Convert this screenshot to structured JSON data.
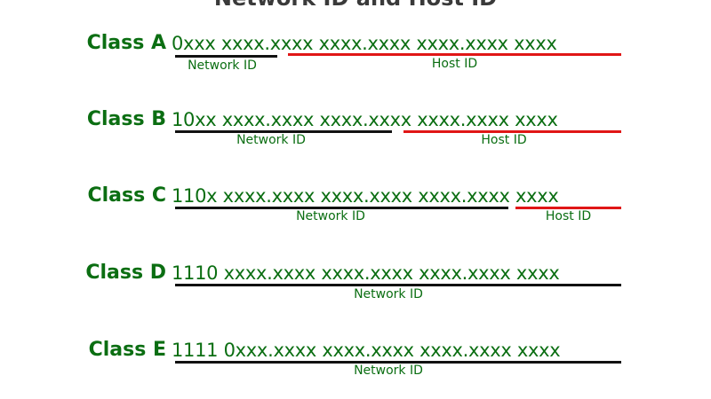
{
  "title": "Network ID and Host ID",
  "rows": [
    {
      "label": "Class A",
      "bits": "0xxx xxxx.xxxx xxxx.xxxx xxxx.xxxx xxxx",
      "network_caption": "Network ID",
      "host_caption": "Host ID"
    },
    {
      "label": "Class B",
      "bits": "10xx xxxx.xxxx xxxx.xxxx xxxx.xxxx xxxx",
      "network_caption": "Network ID",
      "host_caption": "Host ID"
    },
    {
      "label": "Class C",
      "bits": "110x xxxx.xxxx xxxx.xxxx xxxx.xxxx xxxx",
      "network_caption": "Network ID",
      "host_caption": "Host ID"
    },
    {
      "label": "Class D",
      "bits": "1110 xxxx.xxxx xxxx.xxxx xxxx.xxxx xxxx",
      "network_caption": "Network ID"
    },
    {
      "label": "Class E",
      "bits": "1111 0xxx.xxxx xxxx.xxxx xxxx.xxxx xxxx",
      "network_caption": "Network ID"
    }
  ],
  "colors": {
    "text": "#0b6e12",
    "network_line": "#111111",
    "host_line": "#e01616"
  }
}
